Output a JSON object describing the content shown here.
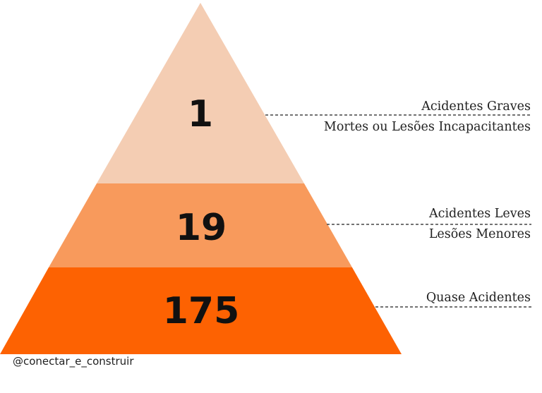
{
  "pyramid": {
    "tiers": [
      {
        "value": "1",
        "color": "#F4CDB3",
        "labels": [
          "Acidentes Graves",
          "Mortes ou Lesões Incapacitantes"
        ]
      },
      {
        "value": "19",
        "color": "#F89A5C",
        "labels": [
          "Acidentes Leves",
          "Lesões Menores"
        ]
      },
      {
        "value": "175",
        "color": "#FD6202",
        "labels": [
          "Quase Acidentes"
        ]
      }
    ]
  },
  "footer": {
    "handle": "@conectar_e_construir"
  }
}
